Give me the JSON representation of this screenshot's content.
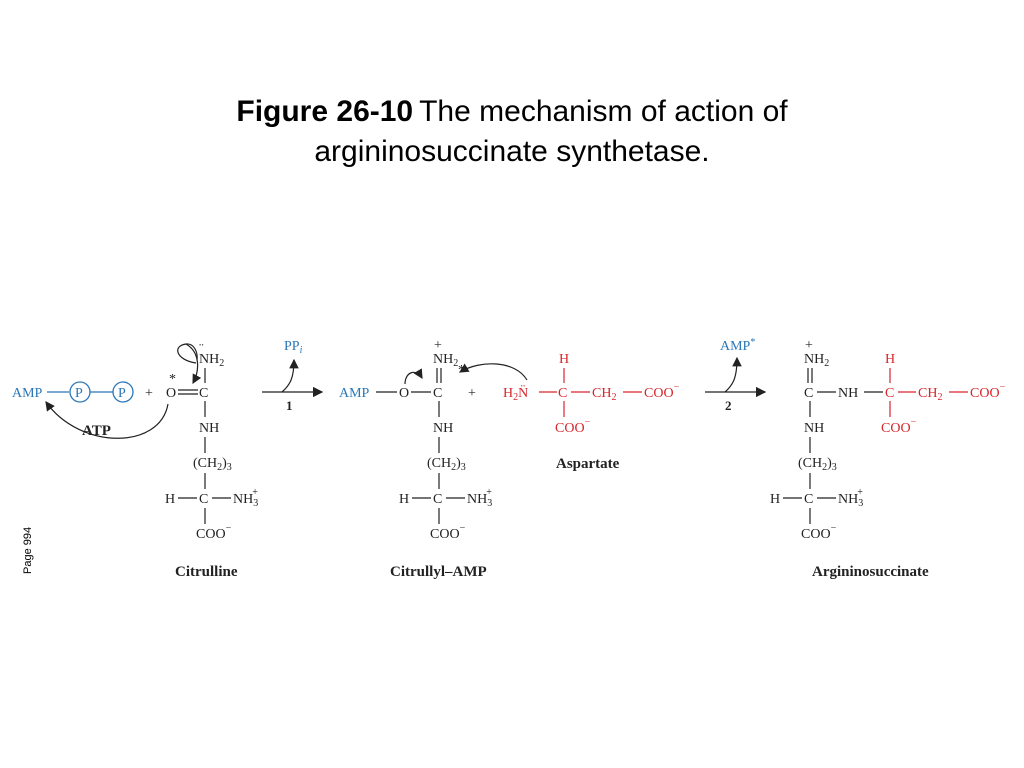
{
  "figure": {
    "number": "Figure 26-10",
    "caption_line1": "The mechanism of action of",
    "caption_line2": "argininosuccinate synthetase."
  },
  "page_label": "Page 994",
  "labels": {
    "atp": "ATP",
    "citrulline": "Citrulline",
    "citrullyl_amp": "Citrullyl–AMP",
    "aspartate": "Aspartate",
    "argininosuccinate": "Argininosuccinate"
  },
  "atp_group": {
    "amp": "AMP",
    "p1": "P",
    "p2": "P"
  },
  "steps": {
    "step1_number": "1",
    "step1_release": "PP",
    "step1_release_sub": "i",
    "step2_number": "2",
    "step2_release": "AMP",
    "step2_release_mark": "*"
  },
  "atoms": {
    "plus_sign": "+",
    "minus_sign": "−",
    "asterisk": "*",
    "nh2": "NH",
    "nh": "NH",
    "c": "C",
    "o": "O",
    "h": "H",
    "ch2_n": "(CH",
    "n3": "3",
    "two": "2",
    "nh3": "NH",
    "coo": "COO",
    "h2n": "H",
    "n_lone": "N̈",
    "ch2": "CH",
    "amp": "AMP"
  },
  "colors": {
    "atp": "#2a77b8",
    "aspartate": "#d6262b",
    "arrow": "#222222"
  }
}
